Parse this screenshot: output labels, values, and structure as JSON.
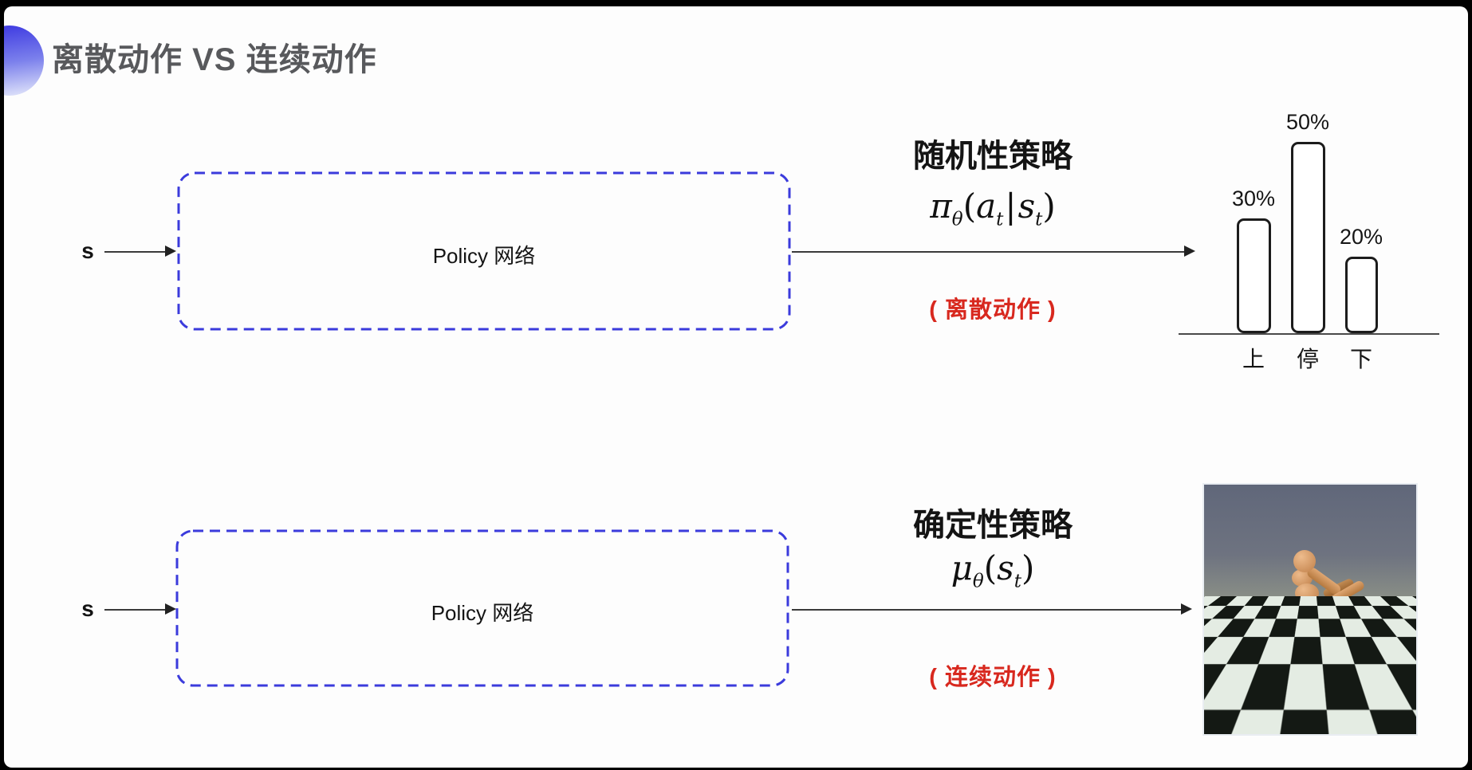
{
  "colors": {
    "accent_blue": "#3b3bdc",
    "red": "#d8281e",
    "title_gray": "#58595c"
  },
  "header": {
    "title": "离散动作 VS 连续动作"
  },
  "top_row": {
    "input_label": "s",
    "box_label": "Policy 网络",
    "policy_title": "随机性策略",
    "formula": {
      "sym": "π",
      "sym_sub": "θ",
      "open": "(",
      "arg1": "a",
      "arg1_sub": "t",
      "sep": "|",
      "arg2": "s",
      "arg2_sub": "t",
      "close": ")"
    },
    "action_note": "( 离散动作 )"
  },
  "bottom_row": {
    "input_label": "s",
    "box_label": "Policy 网络",
    "policy_title": "确定性策略",
    "formula": {
      "sym": "μ",
      "sym_sub": "θ",
      "open": "(",
      "arg2": "s",
      "arg2_sub": "t",
      "close": ")"
    },
    "action_note": "( 连续动作 )"
  },
  "chart_data": {
    "type": "bar",
    "categories": [
      "上",
      "停",
      "下"
    ],
    "values": [
      30,
      50,
      20
    ],
    "value_labels": [
      "30%",
      "50%",
      "20%"
    ],
    "title": "",
    "xlabel": "",
    "ylabel": "",
    "ylim": [
      0,
      55
    ],
    "legend": false,
    "grid": false,
    "style": "outlined white bars with rounded corners, baseline axis only"
  },
  "robot_image": {
    "alt": "humanoid robot on checkerboard floor"
  }
}
